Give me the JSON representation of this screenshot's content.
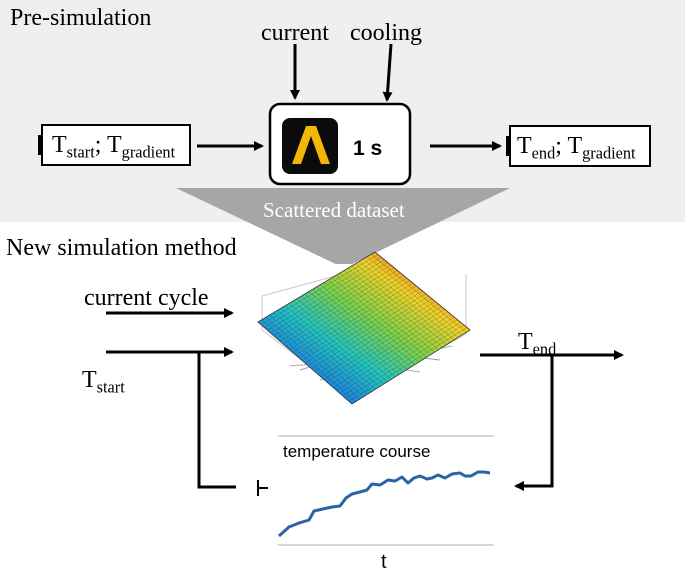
{
  "pre_simulation": {
    "title": "Pre-simulation",
    "input_current": "current",
    "input_cooling": "cooling",
    "block_label": "1 s",
    "left_box": {
      "t1": "T",
      "t1_sub": "start",
      "sep": "; ",
      "t2": "T",
      "t2_sub": "gradient"
    },
    "right_box": {
      "t1": "T",
      "t1_sub": "end",
      "sep": "; ",
      "t2": "T",
      "t2_sub": "gradient"
    }
  },
  "funnel_label": "Scattered dataset",
  "new_method": {
    "title": "New simulation method",
    "input_cycle": "current cycle",
    "input_tstart": "T",
    "input_tstart_sub": "start",
    "output_tend": "T",
    "output_tend_sub": "end"
  },
  "temperature_plot": {
    "title": "temperature course",
    "xlabel": "t"
  },
  "colors": {
    "panel_top": "#efefef",
    "panel_bottom": "#ffffff",
    "funnel": "#a6a6a6",
    "logo_bg": "#0b0b0b",
    "logo_mark": "#f2b705",
    "curve": "#2a63a6"
  }
}
